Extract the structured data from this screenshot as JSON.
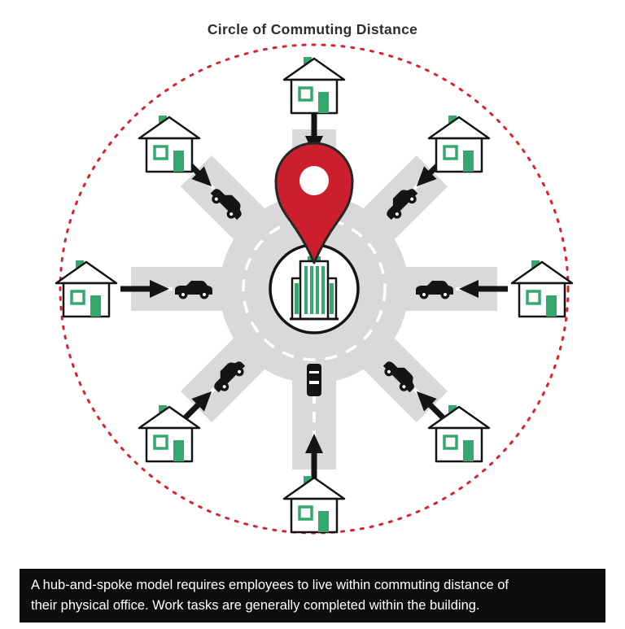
{
  "title": "Circle of Commuting Distance",
  "caption": {
    "line1": "A hub-and-spoke model requires employees to live within commuting distance of",
    "line2": "their physical office. Work tasks are generally completed within the building."
  },
  "diagram": {
    "hub": "office-building",
    "spoke_count": 8,
    "house_count": 8,
    "icons": {
      "hub": "office-building",
      "marker": "location-pin",
      "home": "house",
      "vehicle": "car",
      "direction": "arrow-pointing-to-office"
    }
  },
  "colors": {
    "boundary_red": "#d8232e",
    "pin_red": "#cc1f2d",
    "road_gray": "#d9d9d9",
    "icon_green": "#35a870",
    "ink": "#141414",
    "caption_bg": "#0d0d0d",
    "caption_text": "#ffffff"
  }
}
